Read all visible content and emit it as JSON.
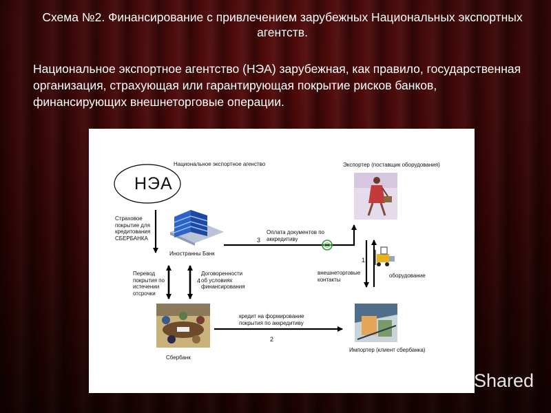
{
  "title": "Схема №2. Финансирование с привлечением зарубежных Национальных экспортных агентств.",
  "description": "Национальное экспортное агентство (НЭА) зарубежная, как правило, государственная организация, страхующая или гарантирующая покрытие рисков банков, финансирующих внешнеторговые операции.",
  "diagram": {
    "nea_abbr": "НЭА",
    "nea_label": "Национальное экспортное агенство",
    "exporter_label": "Экспортер (поставщик оборудования)",
    "insurance_label": "Страховое\nпокрытие для\nкредитования\nСБЕРБАНКА",
    "payment_label": "Оплата документов по\nаккредитиву",
    "num_3": "3",
    "foreign_bank_label": "Иностранны Банк",
    "num_1": "1",
    "trade_contacts_label": "внешнеторговые\nконтакты",
    "equipment_label": "оборудование",
    "transfer_label": "Перевод\nпокрытия по\nистечении\nотсрочки",
    "num_4": "4",
    "agreements_label": "Договоренности\nоб условиях\nфинансирования",
    "credit_label": "кредит на формирование\nпокрытия по аккредитиву",
    "num_2": "2",
    "sberbank_label": "Сбербанк",
    "importer_label": "Импортер (клиент сбербанка)"
  },
  "watermark": "Shared",
  "watermark_icon": "slideshare-icon",
  "colors": {
    "background": "#4a0909",
    "panel": "#ffffff",
    "arrow": "#000000",
    "building_blue": "#2f63c8",
    "building_glass": "#8fc1ff"
  }
}
